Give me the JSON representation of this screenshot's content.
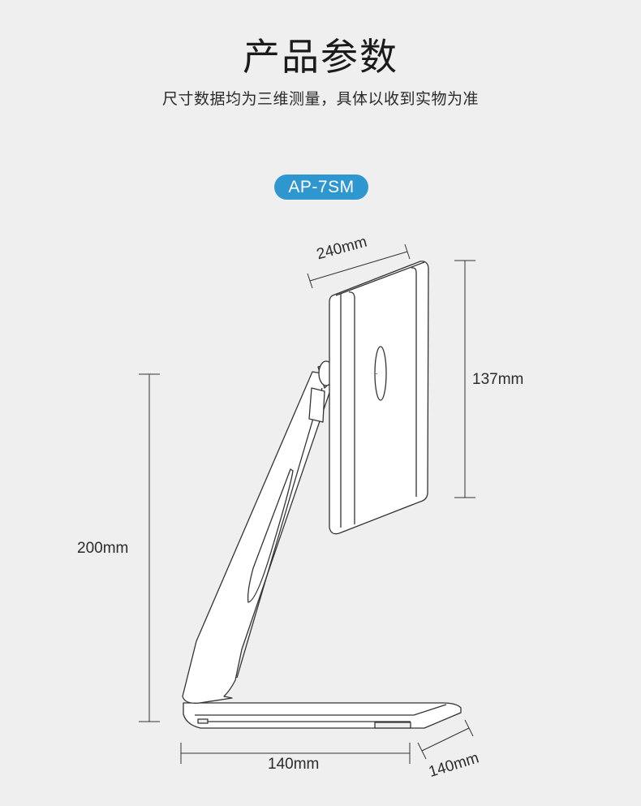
{
  "header": {
    "title": "产品参数",
    "subtitle": "尺寸数据均为三维测量，具体以收到实物为准"
  },
  "model": {
    "label": "AP-7SM",
    "color": "#2f97cf"
  },
  "dimensions": {
    "plate_width": "240mm",
    "plate_height": "137mm",
    "total_height": "200mm",
    "base_width": "140mm",
    "base_depth": "140mm"
  }
}
